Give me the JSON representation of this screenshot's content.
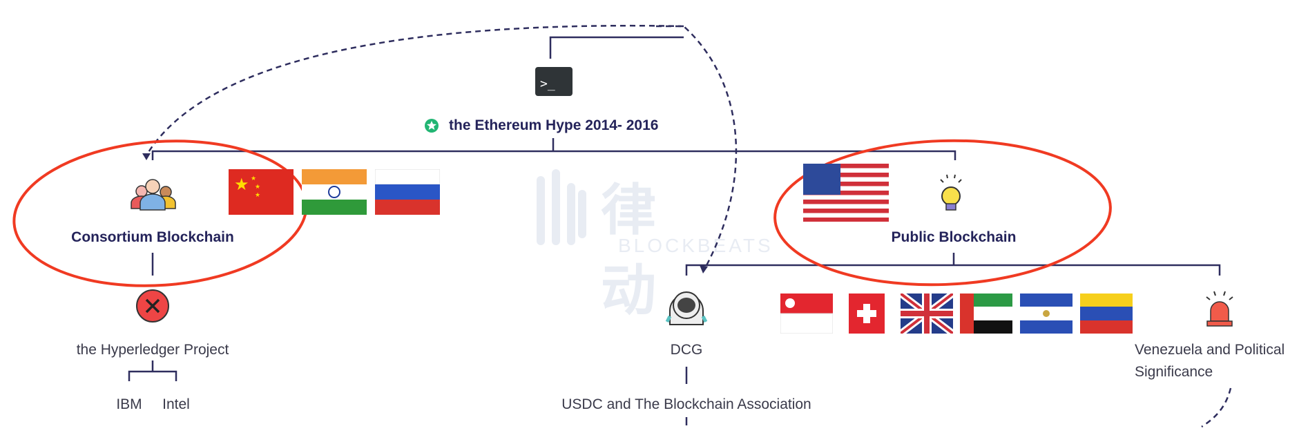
{
  "root": {
    "title": "the Ethereum Hype 2014- 2016",
    "icon": "terminal-icon"
  },
  "consortium": {
    "title": "Consortium Blockchain",
    "icon": "people-group-icon",
    "flags": [
      "china",
      "india",
      "russia"
    ],
    "child": {
      "title": "the Hyperledger Project",
      "icon": "cross-circle-icon",
      "members": [
        "IBM",
        "Intel"
      ]
    }
  },
  "public": {
    "title": "Public Blockchain",
    "icon": "lightbulb-icon",
    "flags": [
      "united-states"
    ],
    "children": {
      "dcg": {
        "title": "DCG",
        "icon": "astronaut-icon",
        "sub": "USDC and The Blockchain Association"
      },
      "flags": [
        "singapore",
        "switzerland",
        "united-kingdom",
        "uae",
        "el-salvador",
        "venezuela"
      ],
      "venezuela": {
        "line1": "Venezuela and Political",
        "line2": "Significance",
        "icon": "siren-icon"
      }
    }
  },
  "watermark": {
    "cn": "律动",
    "en": "BLOCKBEATS"
  },
  "colors": {
    "line": "#2e2d5e",
    "highlight": "#f03a22",
    "star": "#22b573"
  }
}
